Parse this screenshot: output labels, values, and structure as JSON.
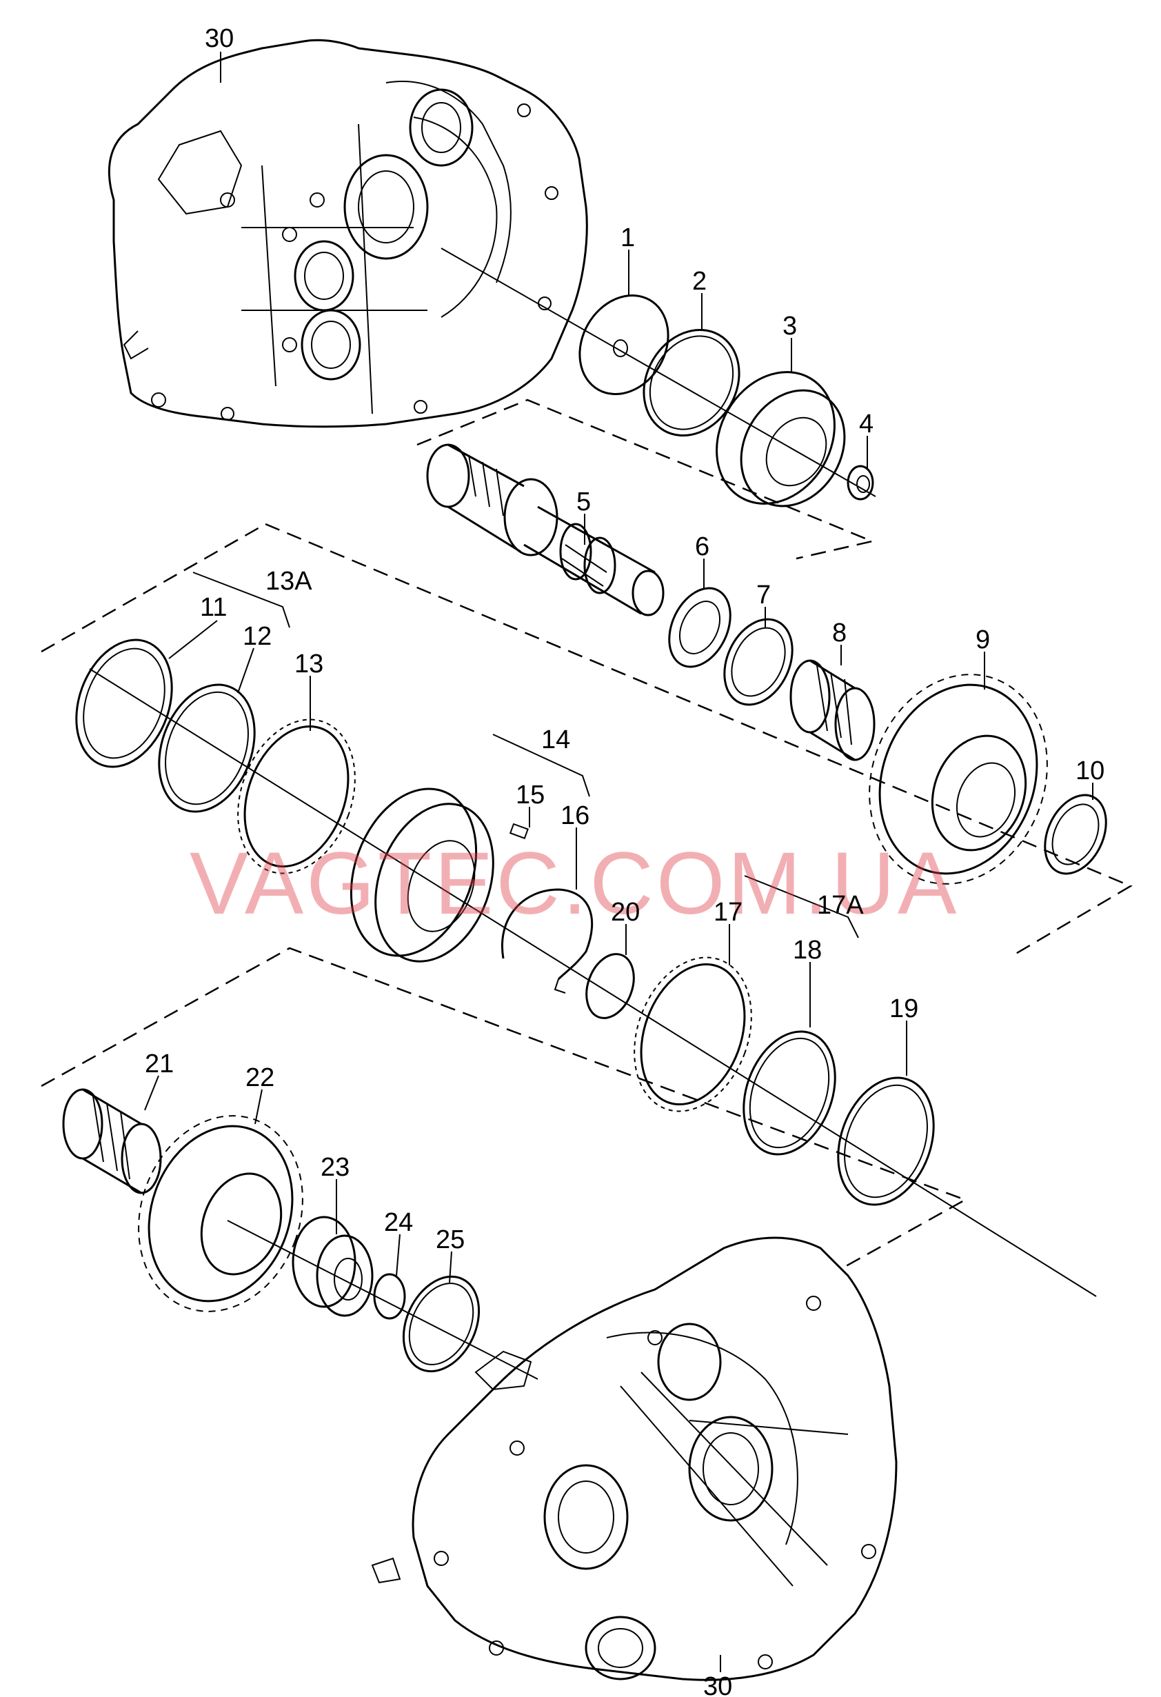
{
  "watermark": "VAGTEC.COM.UA",
  "callouts": [
    {
      "id": "c30a",
      "text": "30"
    },
    {
      "id": "c1",
      "text": "1"
    },
    {
      "id": "c2",
      "text": "2"
    },
    {
      "id": "c3",
      "text": "3"
    },
    {
      "id": "c4",
      "text": "4"
    },
    {
      "id": "c5",
      "text": "5"
    },
    {
      "id": "c6",
      "text": "6"
    },
    {
      "id": "c7",
      "text": "7"
    },
    {
      "id": "c8",
      "text": "8"
    },
    {
      "id": "c9",
      "text": "9"
    },
    {
      "id": "c10",
      "text": "10"
    },
    {
      "id": "c11",
      "text": "11"
    },
    {
      "id": "c12",
      "text": "12"
    },
    {
      "id": "c13",
      "text": "13"
    },
    {
      "id": "c13A",
      "text": "13A"
    },
    {
      "id": "c14",
      "text": "14"
    },
    {
      "id": "c15",
      "text": "15"
    },
    {
      "id": "c16",
      "text": "16"
    },
    {
      "id": "c17",
      "text": "17"
    },
    {
      "id": "c17A",
      "text": "17A"
    },
    {
      "id": "c18",
      "text": "18"
    },
    {
      "id": "c19",
      "text": "19"
    },
    {
      "id": "c20",
      "text": "20"
    },
    {
      "id": "c21",
      "text": "21"
    },
    {
      "id": "c22",
      "text": "22"
    },
    {
      "id": "c23",
      "text": "23"
    },
    {
      "id": "c24",
      "text": "24"
    },
    {
      "id": "c25",
      "text": "25"
    },
    {
      "id": "c30b",
      "text": "30"
    }
  ]
}
